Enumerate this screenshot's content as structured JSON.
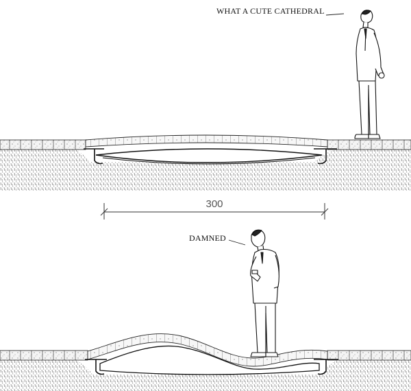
{
  "captions": {
    "top_speech": "WHAT A CUTE CATHEDRAL",
    "bottom_speech": "DAMNED"
  },
  "dimension": {
    "value": "300"
  },
  "colors": {
    "ink": "#1a1a1a",
    "soil": "#7a7a7a",
    "paper": "#ffffff"
  },
  "icons": [
    "standing-man-looking-up-icon",
    "standing-man-looking-down-icon"
  ]
}
